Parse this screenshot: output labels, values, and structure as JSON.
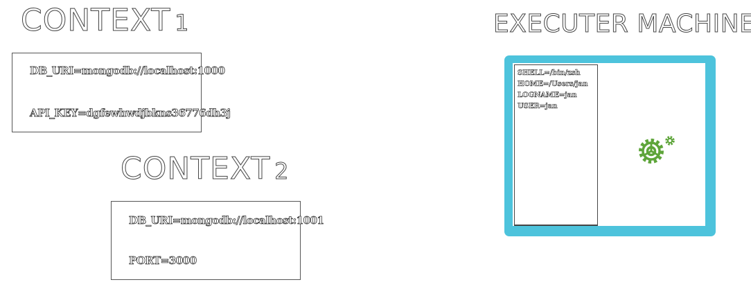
{
  "context1": {
    "title": "CONTEXT",
    "number": "1",
    "env": [
      "DB_URI=mongodb://localhost:1000",
      "API_KEY=dgfewhwdjbkns36776dh3j"
    ]
  },
  "context2": {
    "title": "CONTEXT",
    "number": "2",
    "env": [
      "DB_URI=mongodb://localhost:1001",
      "PORT=3000"
    ]
  },
  "executor": {
    "title": "EXECUTER MACHINE",
    "shell_env": [
      "SHELL=/bin/zsh",
      "HOME=/Users/jan",
      "LOGNAME=jan",
      "USER=jan"
    ],
    "frame_color": "#4dc3dc",
    "gear_color": "#5ea53a",
    "icon": "gear-icon"
  }
}
